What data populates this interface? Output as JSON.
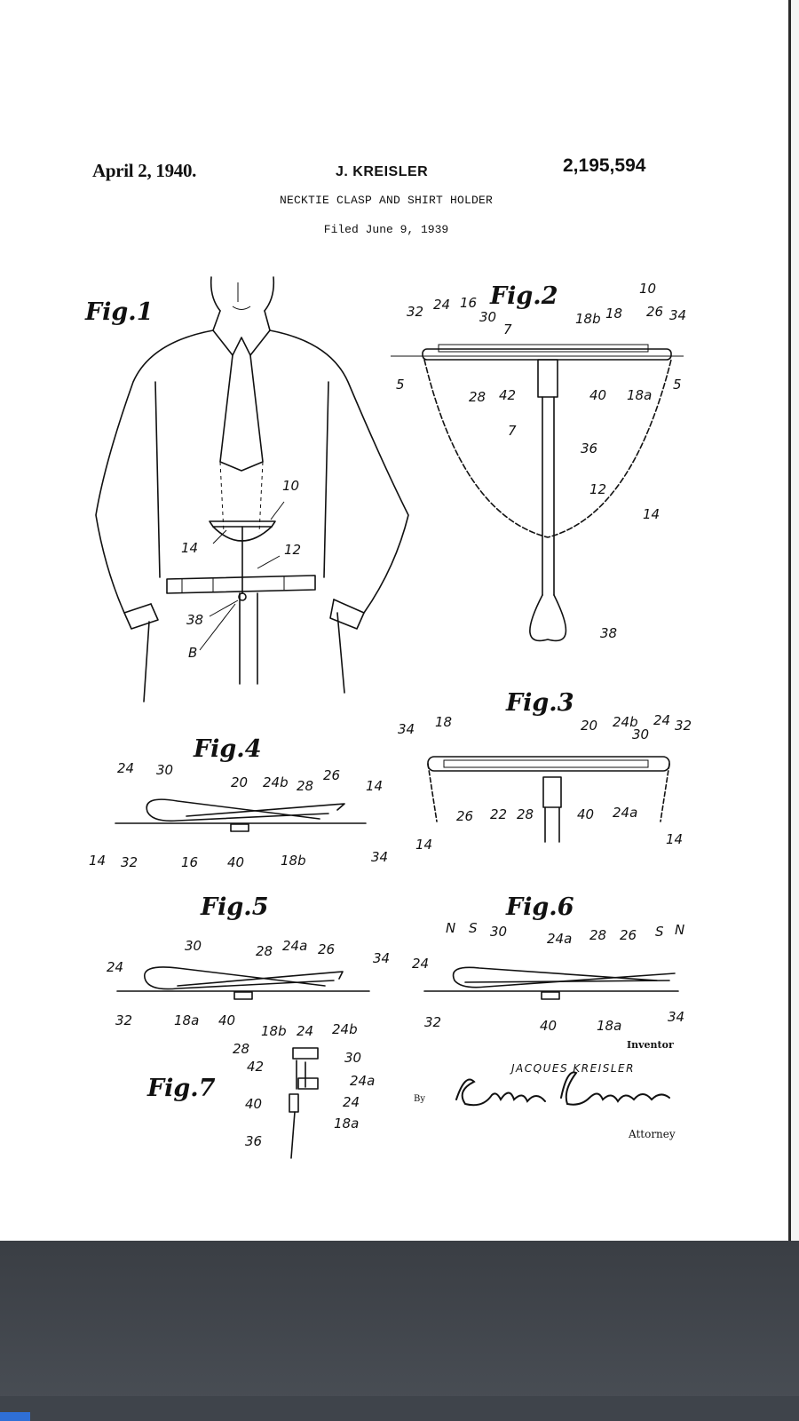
{
  "header": {
    "date": "April 2, 1940.",
    "inventor": "J. KREISLER",
    "patent_number": "2,195,594",
    "title": "NECKTIE CLASP AND SHIRT HOLDER",
    "filed": "Filed June 9, 1939"
  },
  "figures": {
    "fig1": {
      "label": "Fig.1",
      "refs": [
        "10",
        "14",
        "12",
        "38",
        "B"
      ]
    },
    "fig2": {
      "label": "Fig.2",
      "refs": [
        "32",
        "24",
        "16",
        "30",
        "7",
        "18b",
        "18",
        "10",
        "26",
        "34",
        "5",
        "28",
        "42",
        "40",
        "18a",
        "5",
        "7",
        "36",
        "12",
        "14",
        "38"
      ]
    },
    "fig3": {
      "label": "Fig.3",
      "refs": [
        "34",
        "18",
        "20",
        "24b",
        "24",
        "32",
        "30",
        "26",
        "22",
        "28",
        "40",
        "24a",
        "14",
        "14"
      ]
    },
    "fig4": {
      "label": "Fig.4",
      "refs": [
        "24",
        "30",
        "20",
        "24b",
        "28",
        "26",
        "14",
        "14",
        "32",
        "16",
        "40",
        "18b",
        "34"
      ]
    },
    "fig5": {
      "label": "Fig.5",
      "refs": [
        "30",
        "28",
        "24a",
        "26",
        "34",
        "24",
        "32",
        "18a",
        "40"
      ]
    },
    "fig6": {
      "label": "Fig.6",
      "refs": [
        "N",
        "S",
        "30",
        "24a",
        "28",
        "26",
        "S",
        "N",
        "24",
        "32",
        "40",
        "18a",
        "34"
      ]
    },
    "fig7": {
      "label": "Fig.7",
      "refs": [
        "18b",
        "24",
        "24b",
        "28",
        "30",
        "42",
        "24a",
        "40",
        "24",
        "18a",
        "36"
      ]
    }
  },
  "signature_block": {
    "inventor_caption": "Inventor",
    "inventor_name": "JACQUES KREISLER",
    "by_label": "By",
    "signature": "Edwin Lerisohn",
    "attorney_caption": "Attorney"
  }
}
